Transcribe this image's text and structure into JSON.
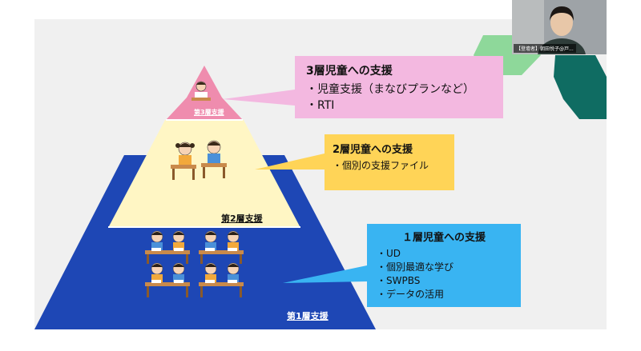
{
  "slide": {
    "tier3": {
      "label": "第3層支援",
      "callout_title": "3層児童への支援",
      "items": [
        "児童支援（まなびプランなど）",
        "RTI"
      ]
    },
    "tier2": {
      "label": "第2層支援",
      "callout_title": "2層児童への支援",
      "items": [
        "個別の支援ファイル"
      ]
    },
    "tier1": {
      "label": "第1層支援",
      "callout_title": "１層児童への支援",
      "items": [
        "UD",
        "個別最適な学び",
        "SWPBS",
        "データの活用"
      ]
    }
  },
  "webcam": {
    "name_tag": "【登壇者】朝田悦子@戸..."
  },
  "colors": {
    "tier3": "#ef8cae",
    "tier2": "#fff6c4",
    "tier1": "#1e47b5",
    "callout3": "#f3b8e0",
    "callout2": "#ffd457",
    "callout1": "#39b4f2",
    "accent_green_light": "#8ed89a",
    "accent_green_dark": "#0f6c62"
  }
}
